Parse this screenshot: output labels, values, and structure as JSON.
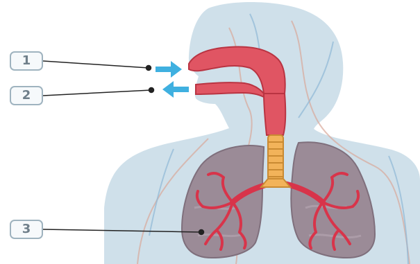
{
  "labels": [
    {
      "number": "1"
    },
    {
      "number": "2"
    },
    {
      "number": "3"
    }
  ],
  "colors": {
    "body_silhouette": "#c7dbe6",
    "airway": "#e05563",
    "airway_dark": "#b93442",
    "trachea_rings": "#f2b35a",
    "lungs": "#9b8b97",
    "bronchi": "#d8344a",
    "airflow_arrows": "#3fb0e0",
    "label_border": "#9fb3bf"
  }
}
